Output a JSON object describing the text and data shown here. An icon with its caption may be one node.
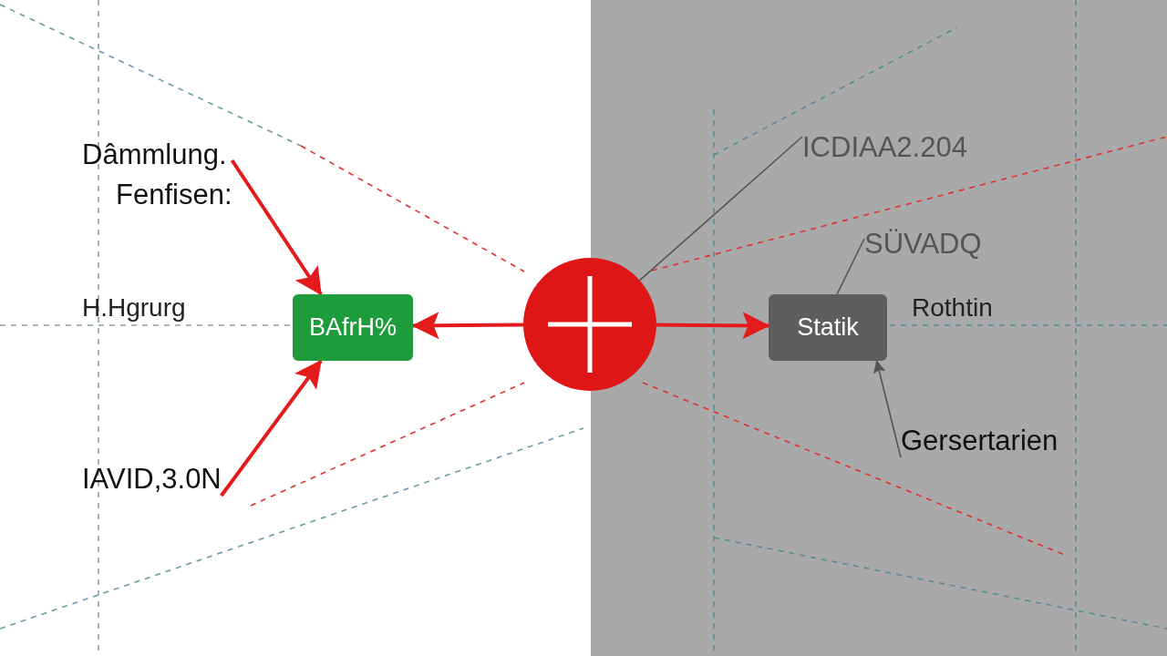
{
  "diagram": {
    "nodes": [
      {
        "text": [
          "Dâmmlung.",
          "Fenfisen:"
        ]
      },
      {
        "text": [
          "IAVID,3.0N"
        ]
      },
      {
        "text": [
          "BAfrH%"
        ]
      },
      {
        "text": [],
        "shape": "circle"
      },
      {
        "text": [
          "Statik"
        ]
      },
      {
        "text": [
          "ICDIAA2.204"
        ]
      },
      {
        "text": [
          "SÜVADQ"
        ]
      },
      {
        "text": [
          "Gersertarien"
        ]
      }
    ],
    "edges": [
      {
        "from": 0,
        "to": 2,
        "arrow": "to"
      },
      {
        "from": 1,
        "to": 2,
        "arrow": "to"
      },
      {
        "from": 3,
        "to": 2,
        "arrow": "to"
      },
      {
        "from": 3,
        "to": 4,
        "arrow": "to"
      },
      {
        "from": 3,
        "to": 5,
        "arrow": "none",
        "color": "#555555"
      },
      {
        "from": 6,
        "to": 4,
        "arrow": "none",
        "color": "#555555"
      },
      {
        "from": 7,
        "to": 4,
        "arrow": "to",
        "color": "#555555"
      }
    ],
    "labels": [
      "H.Hgrurg",
      "Rothtin"
    ]
  }
}
